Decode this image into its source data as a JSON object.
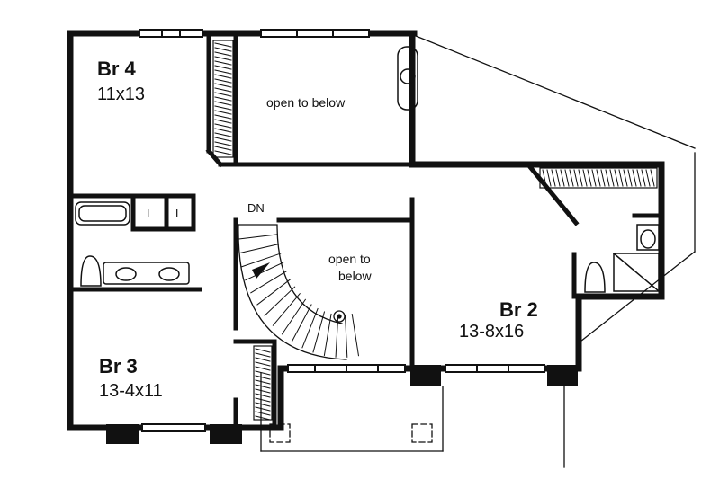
{
  "rooms": {
    "br4": {
      "name": "Br 4",
      "dims": "11x13"
    },
    "br3": {
      "name": "Br 3",
      "dims": "13-4x11"
    },
    "br2": {
      "name": "Br 2",
      "dims": "13-8x16"
    }
  },
  "open_upper": "open to below",
  "open_stair_line1": "open to",
  "open_stair_line2": "below",
  "stair_dn": "DN",
  "laundry_1": "L",
  "laundry_2": "L"
}
